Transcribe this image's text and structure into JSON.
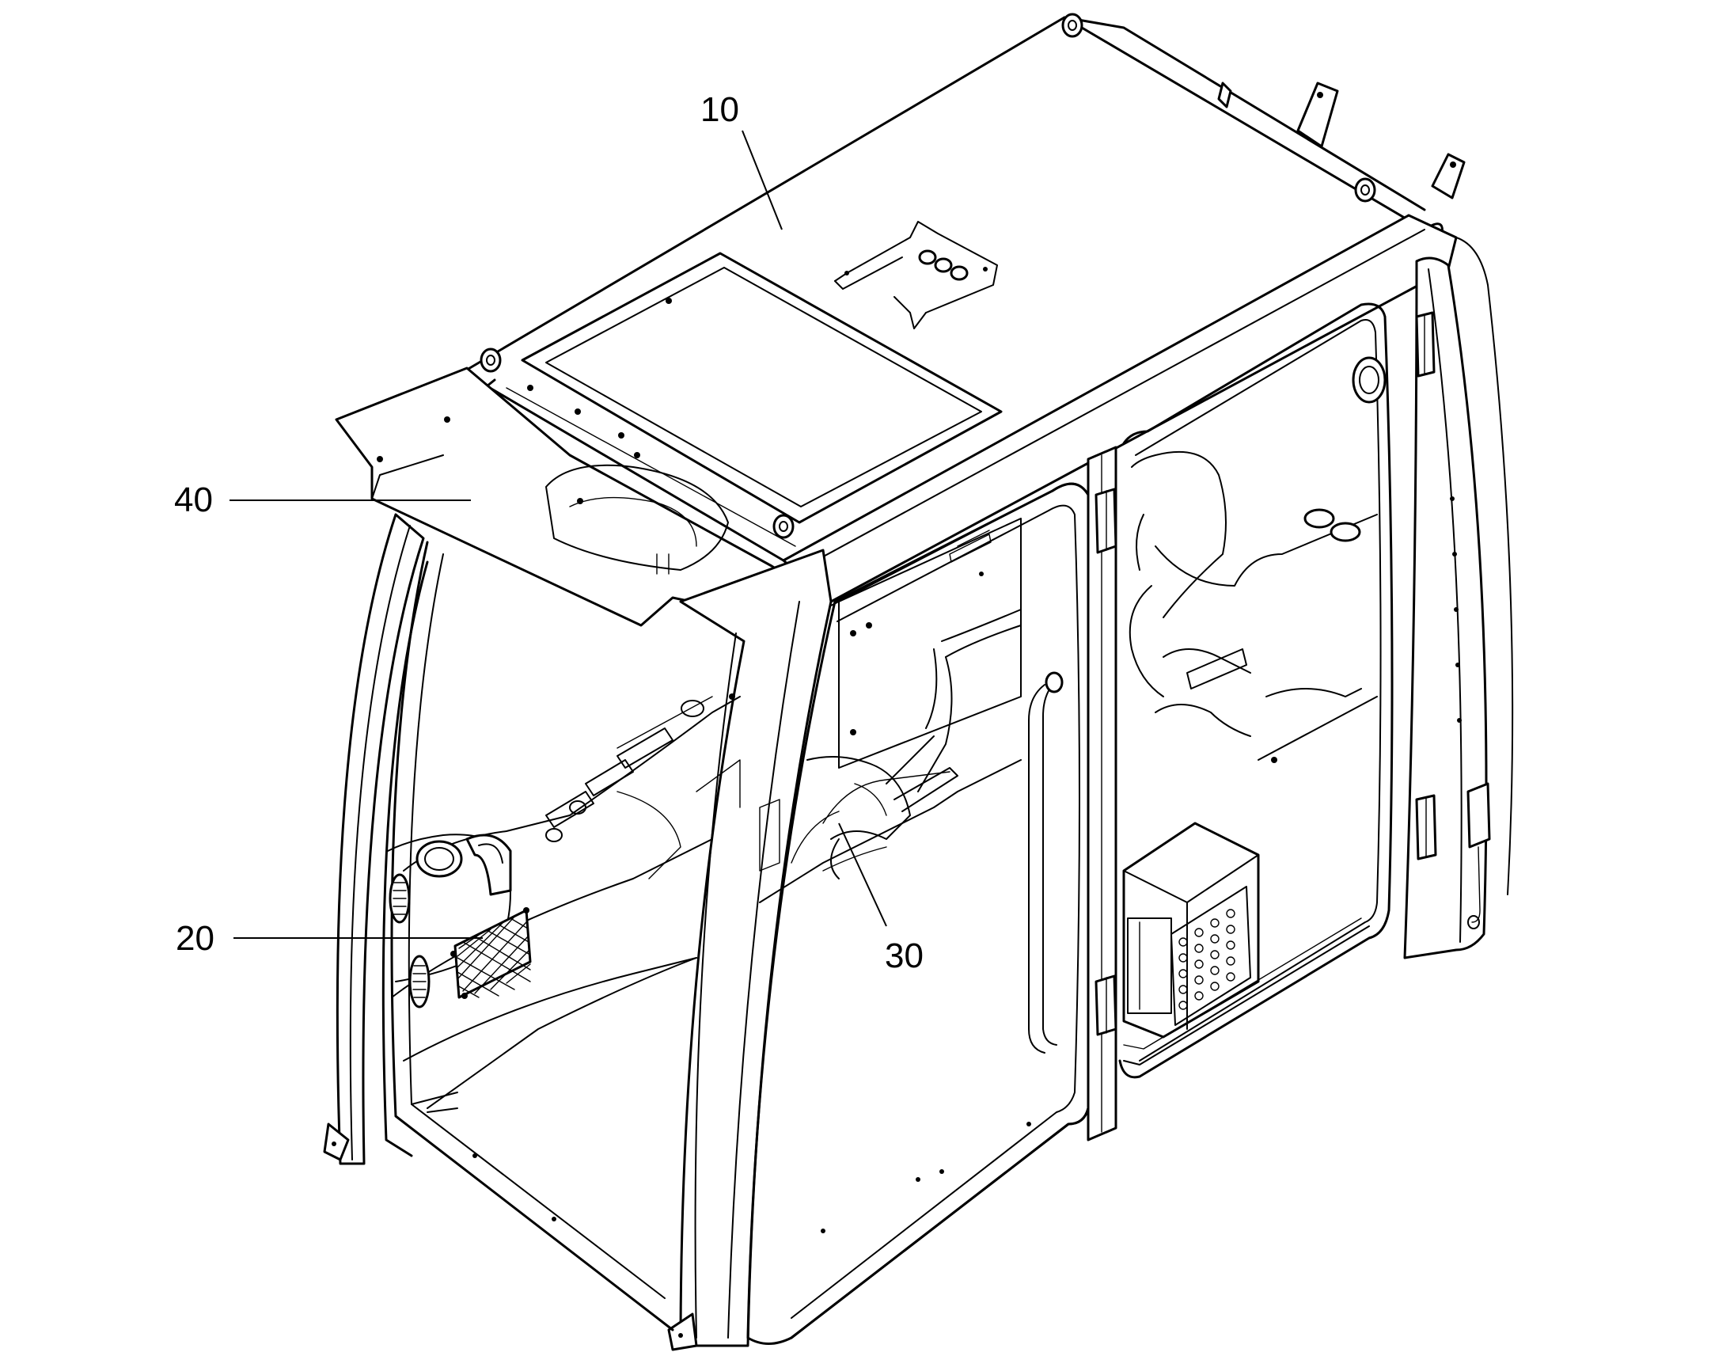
{
  "callouts": [
    {
      "id": "10",
      "label": "10"
    },
    {
      "id": "20",
      "label": "20"
    },
    {
      "id": "30",
      "label": "30"
    },
    {
      "id": "40",
      "label": "40"
    }
  ],
  "colors": {
    "line": "#000000",
    "background": "#ffffff"
  }
}
